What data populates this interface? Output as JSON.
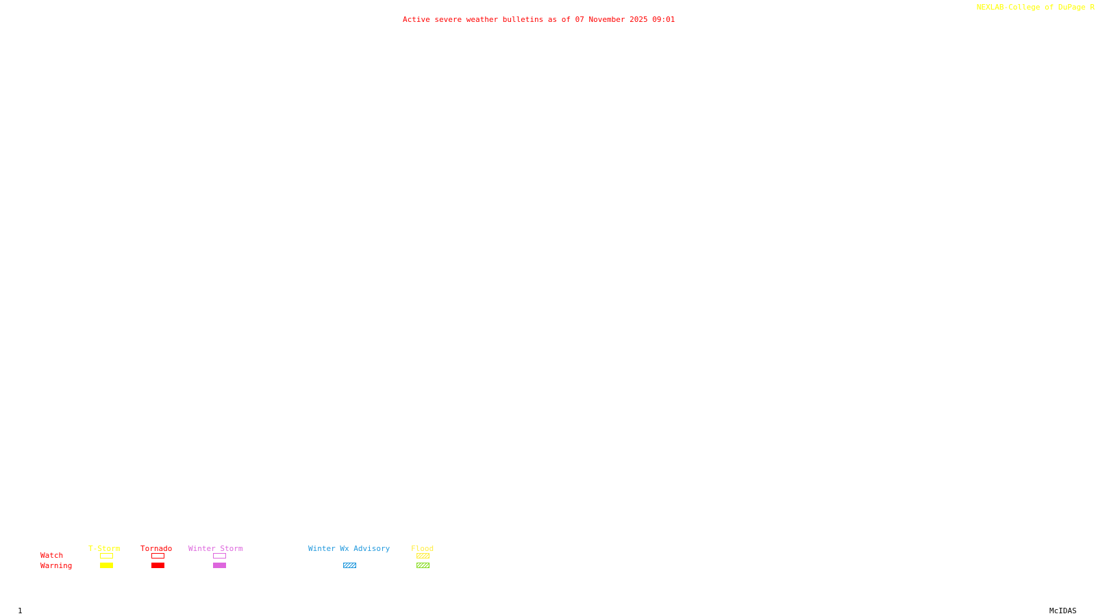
{
  "header": {
    "title": "Active severe weather bulletins as of 07 November 2025 09:01",
    "credit": "NEXLAB-College of DuPage R"
  },
  "footer": {
    "frame_number": "1",
    "software": "McIDAS"
  },
  "legend": {
    "row_labels": {
      "watch": "Watch",
      "warning": "Warning"
    },
    "categories": [
      {
        "key": "tstorm",
        "label": "T-Storm",
        "color": "#ffff00",
        "watch_style": "outline",
        "warning_style": "solid"
      },
      {
        "key": "tornado",
        "label": "Tornado",
        "color": "#ff0000",
        "watch_style": "outline",
        "warning_style": "solid"
      },
      {
        "key": "winter_storm",
        "label": "Winter Storm",
        "color": "#dd66dd",
        "watch_style": "outline",
        "warning_style": "solid"
      },
      {
        "key": "winter_wx_advisory",
        "label": "Winter Wx Advisory",
        "color": "#2299dd",
        "watch_style": "none",
        "warning_style": "hatched"
      },
      {
        "key": "flood",
        "label": "Flood",
        "color": "#ffee44",
        "warning_color": "#88dd22",
        "watch_style": "hatched",
        "warning_style": "hatched"
      }
    ]
  },
  "colors": {
    "title": "#ff0000",
    "credit": "#ffff00",
    "footer": "#000000",
    "background": "#ffffff"
  }
}
